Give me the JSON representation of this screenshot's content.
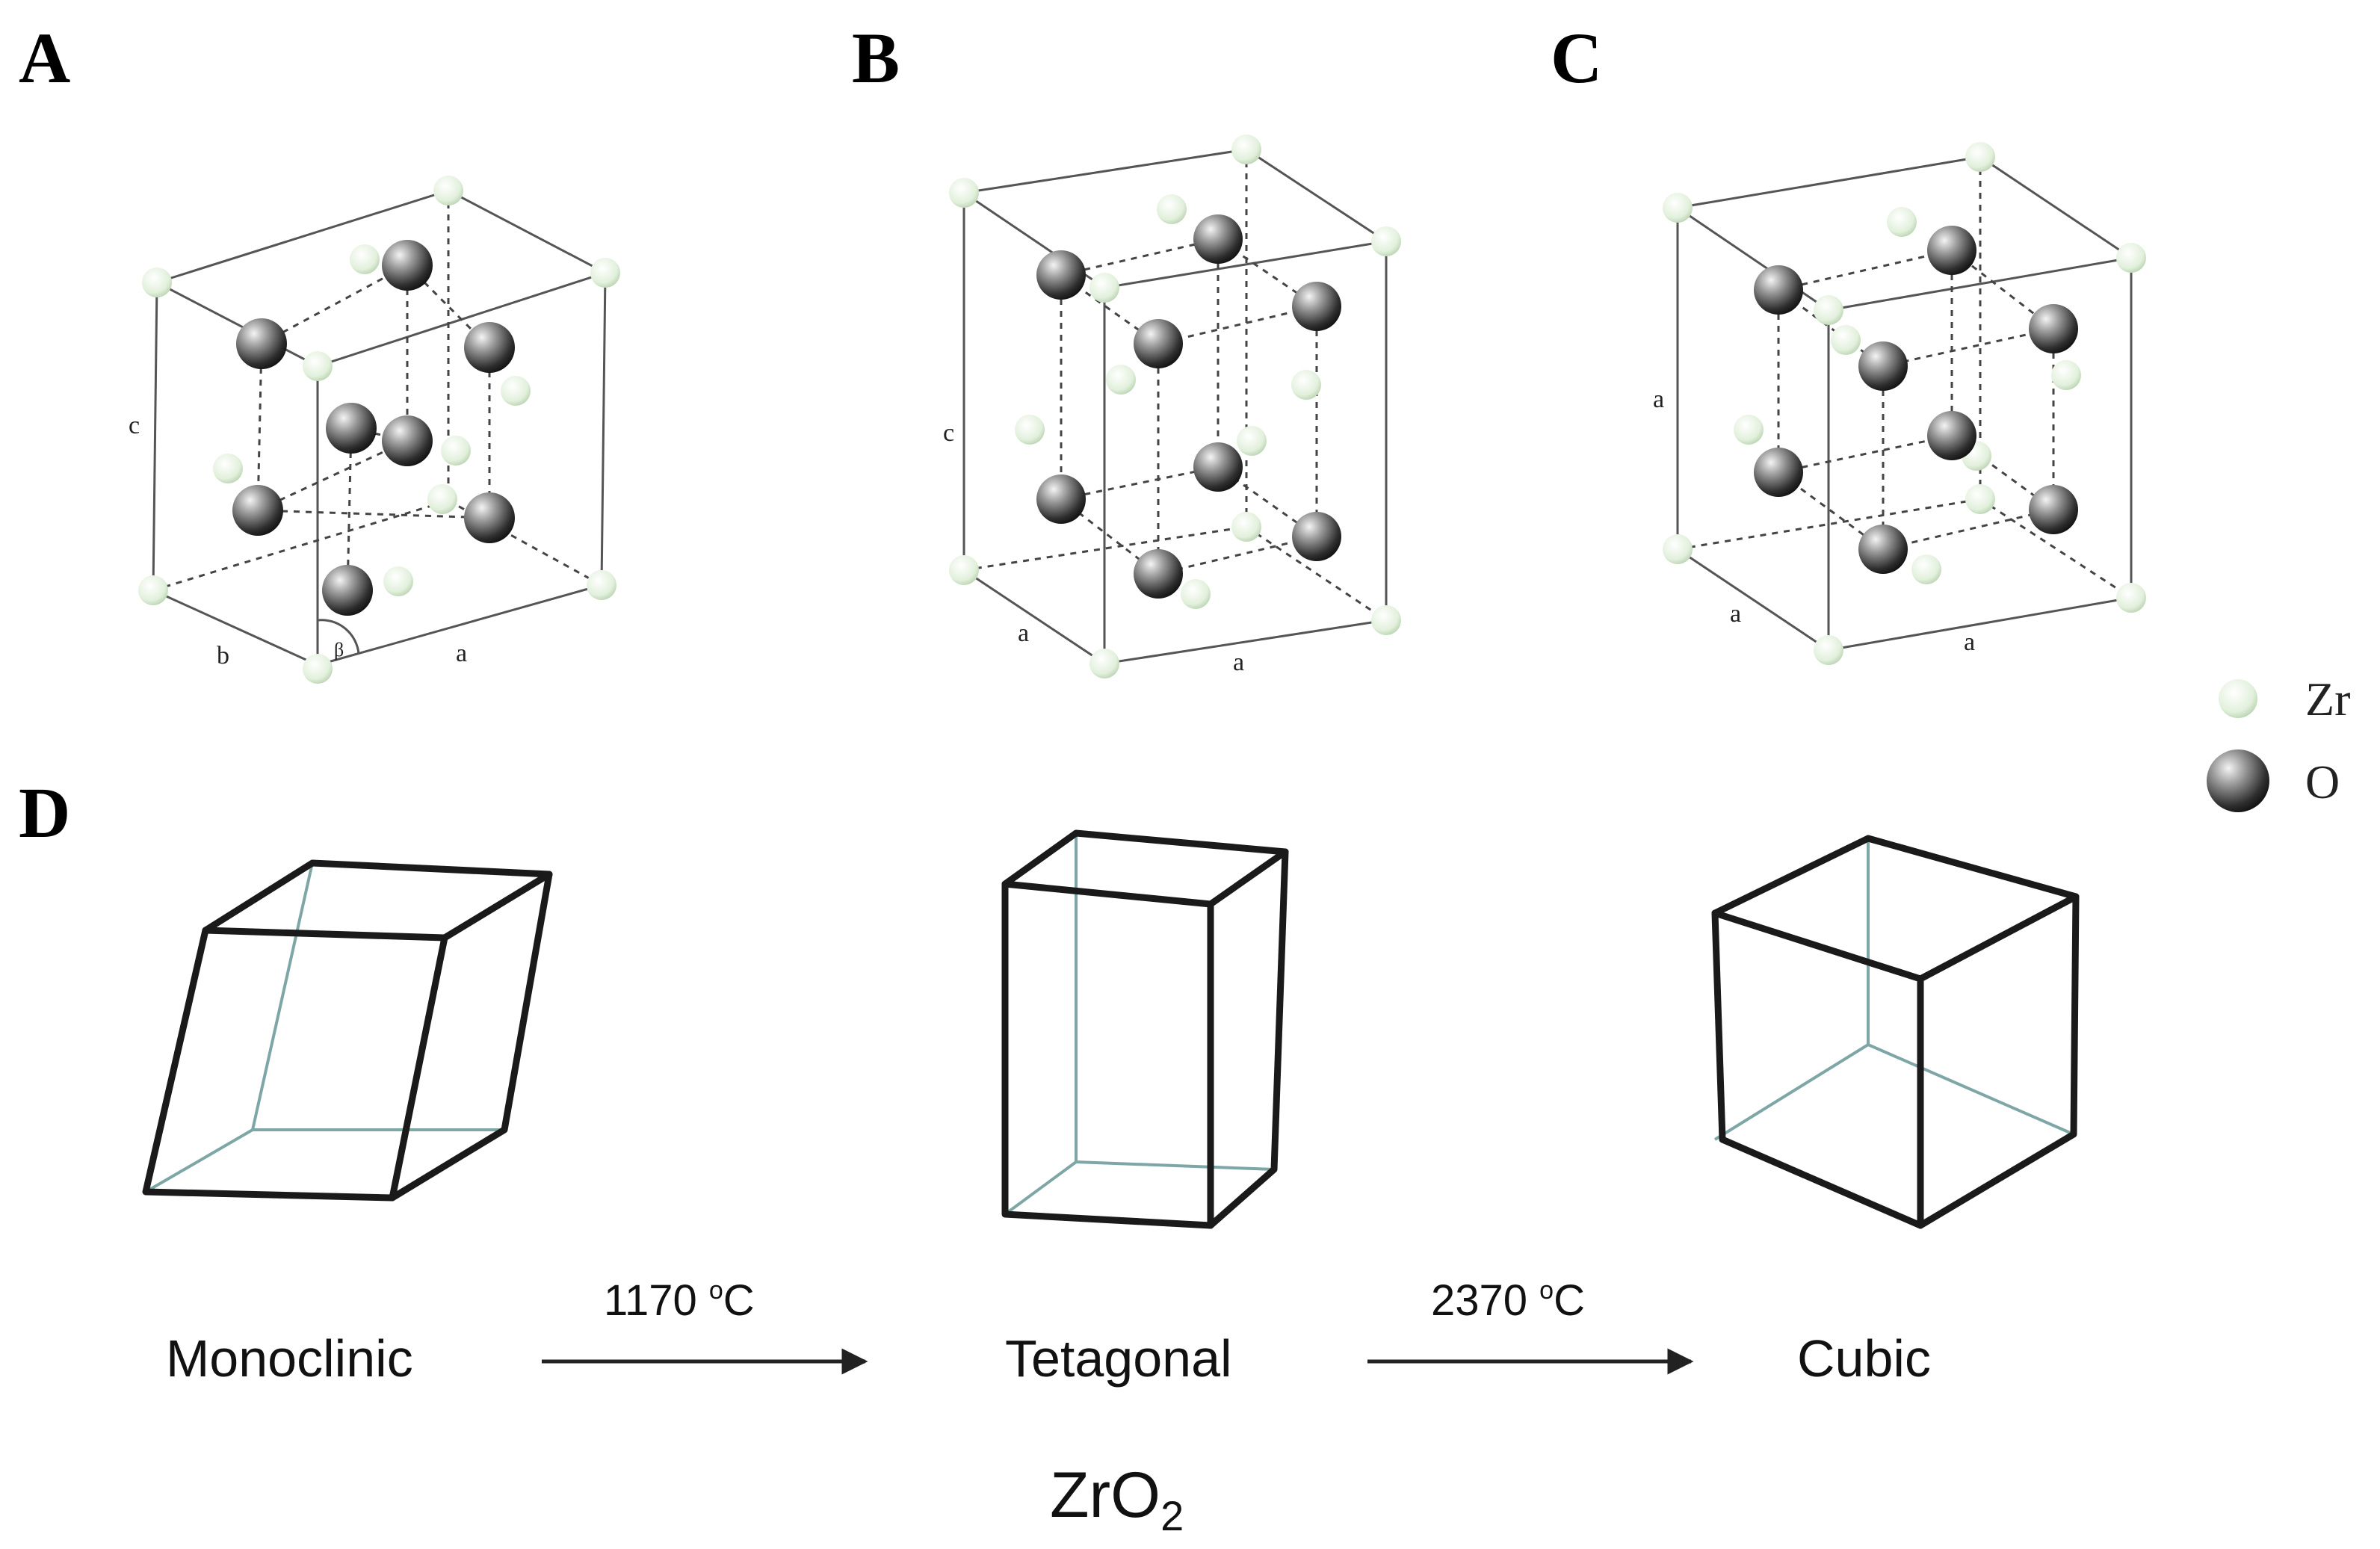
{
  "panels": {
    "a": {
      "letter": "A",
      "axis_c": "c",
      "axis_b": "b",
      "axis_a": "a",
      "angle": "β"
    },
    "b": {
      "letter": "B",
      "axis_c": "c",
      "axis_a1": "a",
      "axis_a2": "a"
    },
    "c": {
      "letter": "C",
      "axis_a_left": "a",
      "axis_a1": "a",
      "axis_a2": "a"
    },
    "d": {
      "letter": "D"
    }
  },
  "legend": {
    "zr": "Zr",
    "o": "O"
  },
  "phases": {
    "monoclinic": "Monoclinic",
    "tetragonal": "Tetagonal",
    "cubic": "Cubic"
  },
  "transitions": {
    "t1_value": "1170",
    "t1_sup": "o",
    "t1_unit": "C",
    "t2_value": "2370",
    "t2_sup": "o",
    "t2_unit": "C"
  },
  "formula": {
    "base": "ZrO",
    "sub": "2"
  },
  "colors": {
    "zr_atom": "#e6f2e0",
    "o_atom": "#3a3a3a",
    "hidden_edge": "#7fa6a6"
  }
}
